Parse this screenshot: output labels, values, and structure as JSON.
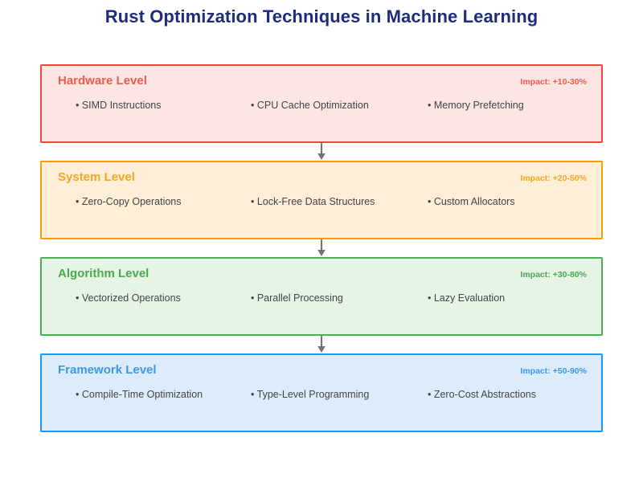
{
  "page": {
    "title": "Rust Optimization Techniques in Machine Learning"
  },
  "connector": {
    "icon": "down-arrow-icon",
    "color": "#707070"
  },
  "levels": [
    {
      "name": "Hardware Level",
      "impact": "Impact: +10-30%",
      "border_color": "#e74c3c",
      "fill_color": "#fbe6e3",
      "accent_color": "#f15b4b",
      "items": [
        "• SIMD Instructions",
        "• CPU Cache Optimization",
        "• Memory Prefetching"
      ]
    },
    {
      "name": "System Level",
      "impact": "Impact: +20-50%",
      "border_color": "#f39c12",
      "fill_color": "#fdeed8",
      "accent_color": "#f5a623",
      "items": [
        "• Zero-Copy Operations",
        "• Lock-Free Data Structures",
        "• Custom Allocators"
      ]
    },
    {
      "name": "Algorithm Level",
      "impact": "Impact: +30-80%",
      "border_color": "#4caf50",
      "fill_color": "#e6f4e6",
      "accent_color": "#4aa94f",
      "items": [
        "• Vectorized Operations",
        "• Parallel Processing",
        "• Lazy Evaluation"
      ]
    },
    {
      "name": "Framework Level",
      "impact": "Impact: +50-90%",
      "border_color": "#2196f3",
      "fill_color": "#ddecfa",
      "accent_color": "#3a9ae8",
      "items": [
        "• Compile-Time Optimization",
        "• Type-Level Programming",
        "• Zero-Cost Abstractions"
      ]
    }
  ]
}
